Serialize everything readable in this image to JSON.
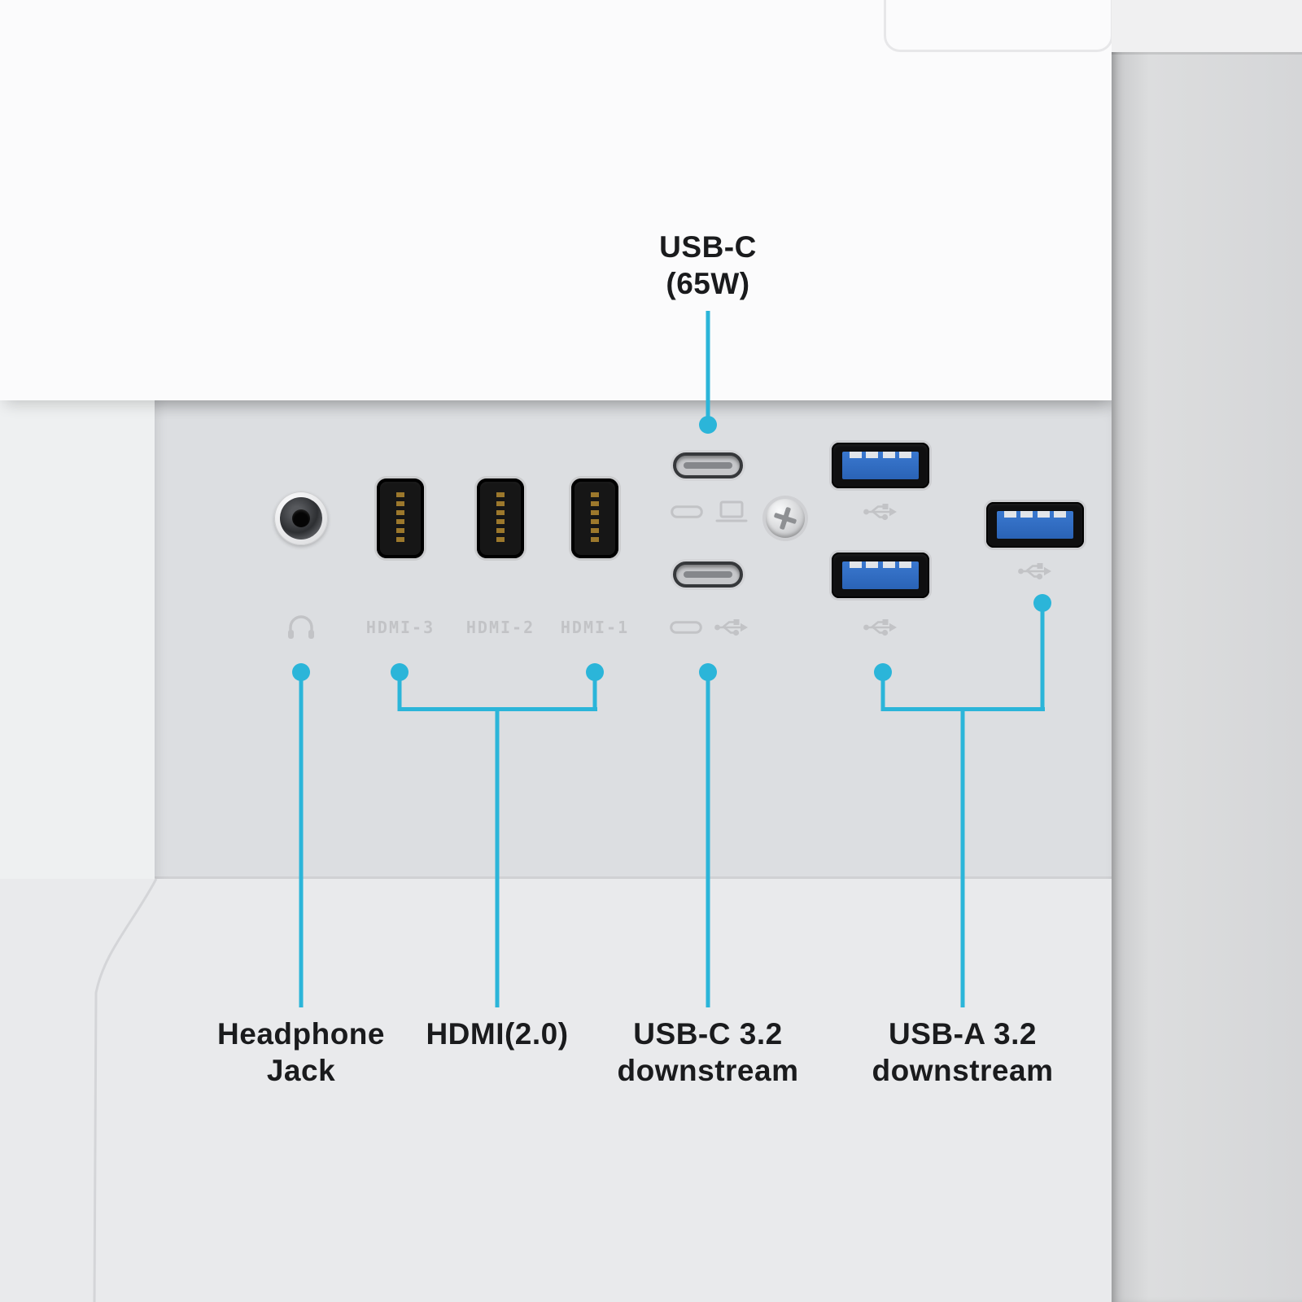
{
  "colors": {
    "accent": "#2bb5d9",
    "emboss": "#c2c3c6"
  },
  "callouts": {
    "usb_c_power": {
      "line1": "USB-C",
      "line2": "(65W)"
    },
    "headphone": {
      "line1": "Headphone",
      "line2": "Jack"
    },
    "hdmi": {
      "line1": "HDMI(2.0)"
    },
    "usb_c_downstream": {
      "line1": "USB-C 3.2",
      "line2": "downstream"
    },
    "usb_a_downstream": {
      "line1": "USB-A 3.2",
      "line2": "downstream"
    }
  },
  "embossed": {
    "hdmi_labels": [
      "HDMI-3",
      "HDMI-2",
      "HDMI-1"
    ]
  },
  "icons": {
    "headphone": "headphone-icon",
    "usb_c_connector": "usb-c-connector-icon",
    "laptop": "laptop-icon",
    "usb_trident": "usb-trident-icon",
    "screw": "phillips-screw"
  }
}
